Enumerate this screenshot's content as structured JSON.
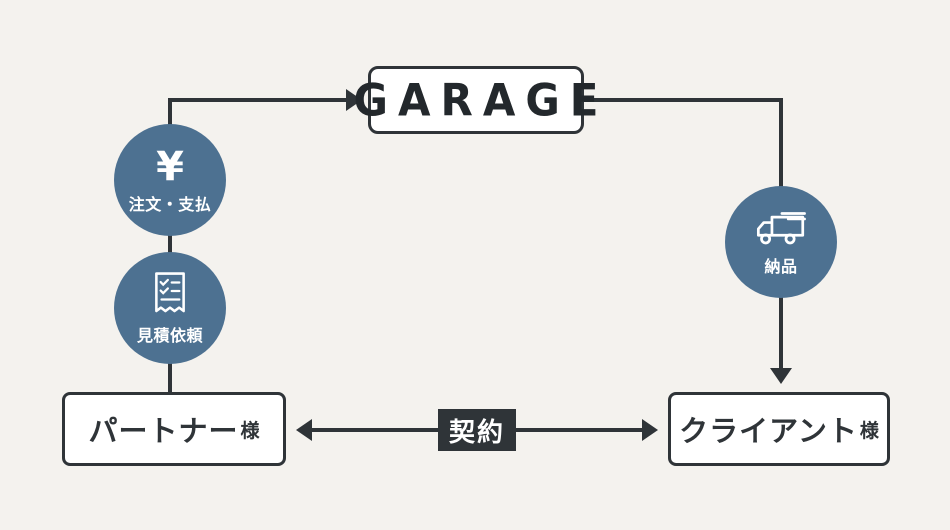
{
  "colors": {
    "background": "#f4f2ee",
    "accent": "#4d7191",
    "dark": "#2f3438"
  },
  "nodes": {
    "garage": {
      "label": "GARAGE"
    },
    "partner": {
      "label": "パートナー",
      "suffix": "様"
    },
    "client": {
      "label": "クライアント",
      "suffix": "様"
    }
  },
  "edges": {
    "contract": {
      "label": "契約"
    }
  },
  "badges": {
    "order_payment": {
      "symbol": "¥",
      "label": "注文・支払",
      "icon": "yen-icon"
    },
    "quote_request": {
      "label": "見積依頼",
      "icon": "receipt-icon"
    },
    "delivery": {
      "label": "納品",
      "icon": "truck-icon"
    }
  }
}
